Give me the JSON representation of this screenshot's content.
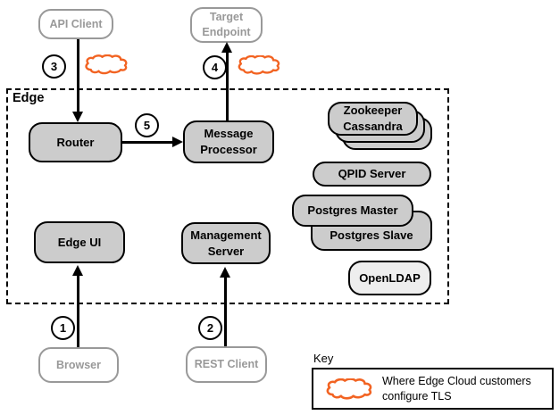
{
  "edge": {
    "label": "Edge"
  },
  "nodes": {
    "api_client": {
      "label": "API Client"
    },
    "target_endpoint": {
      "label": "Target Endpoint"
    },
    "router": {
      "label": "Router"
    },
    "message_processor": {
      "label": "Message Processor"
    },
    "zookeeper": {
      "label": "Zookeeper"
    },
    "cassandra": {
      "label": "Cassandra"
    },
    "qpid": {
      "label": "QPID Server"
    },
    "pg_master": {
      "label": "Postgres Master"
    },
    "pg_slave": {
      "label": "Postgres Slave"
    },
    "openldap": {
      "label": "OpenLDAP"
    },
    "edge_ui": {
      "label": "Edge UI"
    },
    "mgmt_server": {
      "label": "Management Server"
    },
    "browser": {
      "label": "Browser"
    },
    "rest_client": {
      "label": "REST Client"
    }
  },
  "steps": {
    "s1": "1",
    "s2": "2",
    "s3": "3",
    "s4": "4",
    "s5": "5"
  },
  "key": {
    "title": "Key",
    "entry": "Where Edge Cloud customers configure TLS"
  },
  "colors": {
    "cloud": "#f26322",
    "node_fill": "#cccccc",
    "node_border": "#000000",
    "client_border": "#999999",
    "client_text": "#999999",
    "openldap_fill": "#eeeeee"
  }
}
